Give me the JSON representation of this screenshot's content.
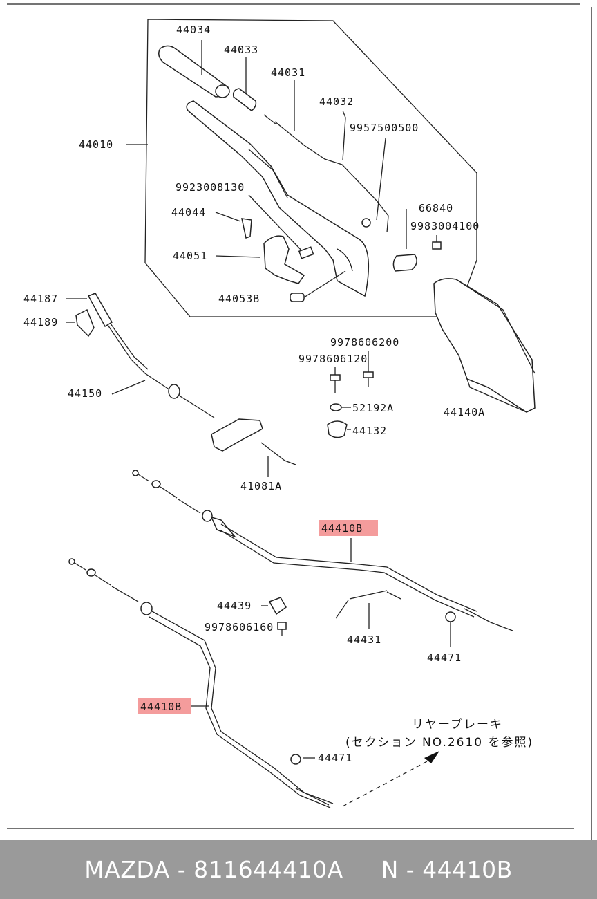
{
  "labels": {
    "p44034": "44034",
    "p44033": "44033",
    "p44031": "44031",
    "p44032": "44032",
    "p9957": "9957500500",
    "p44010": "44010",
    "p9923": "9923008130",
    "p44044": "44044",
    "p66840": "66840",
    "p9983": "9983004100",
    "p44051": "44051",
    "p44053b": "44053B",
    "p44187": "44187",
    "p44189": "44189",
    "p9978620": "9978606200",
    "p9978612": "9978606120",
    "p44150": "44150",
    "p52192a": "52192A",
    "p44140a": "44140A",
    "p44132": "44132",
    "p41081a": "41081A",
    "p44410b_1": "44410B",
    "p44439": "44439",
    "p9978616": "9978606160",
    "p44431": "44431",
    "p44471_1": "44471",
    "p44410b_2": "44410B",
    "p44471_2": "44471"
  },
  "note": {
    "line1": "リヤーブレーキ",
    "line2": "(セクション NO.2610 を参照)"
  },
  "footer": {
    "text": "MAZDA - 811644410A     N - 44410B"
  },
  "colors": {
    "highlight": "#f28b8b",
    "footer_bg": "#9a9a9a"
  }
}
